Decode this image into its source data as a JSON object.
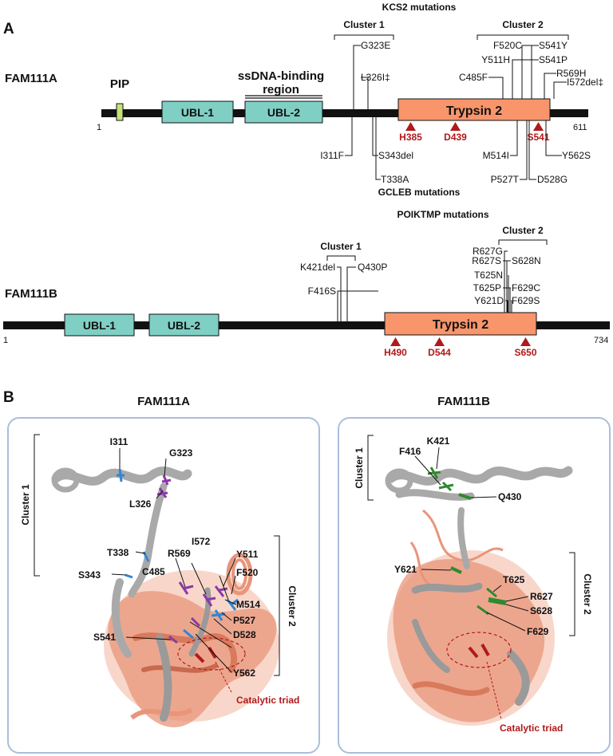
{
  "panel_a": {
    "label": "A",
    "fam111a": {
      "name": "FAM111A",
      "start": "1",
      "end": "611",
      "domains": {
        "pip": "PIP",
        "ubl1": "UBL-1",
        "ubl2": "UBL-2",
        "trypsin": "Trypsin 2"
      },
      "region": {
        "line1": "ssDNA-binding",
        "line2": "region"
      },
      "kcs2_title": "KCS2 mutations",
      "gcleb_title": "GCLEB mutations",
      "cluster1_label": "Cluster 1",
      "cluster2_label": "Cluster 2",
      "above_mutations": [
        "G323E",
        "L326I‡",
        "C485F",
        "Y511H",
        "F520C",
        "S541Y",
        "S541P",
        "R569H",
        "I572del‡"
      ],
      "below_mutations": [
        "I311F",
        "S343del",
        "T338A",
        "M514I",
        "P527T",
        "D528G",
        "Y562S"
      ],
      "sites": [
        "H385",
        "D439",
        "S541"
      ]
    },
    "fam111b": {
      "name": "FAM111B",
      "start": "1",
      "end": "734",
      "domains": {
        "ubl1": "UBL-1",
        "ubl2": "UBL-2",
        "trypsin": "Trypsin 2"
      },
      "poiktmp_title": "POIKTMP mutations",
      "cluster1_label": "Cluster 1",
      "cluster2_label": "Cluster 2",
      "mutations": [
        "K421del",
        "Q430P",
        "F416S",
        "R627G",
        "R627S",
        "S628N",
        "T625N",
        "T625P",
        "F629C",
        "Y621D",
        "F629S"
      ],
      "sites": [
        "H490",
        "D544",
        "S650"
      ]
    }
  },
  "panel_b": {
    "label": "B",
    "left": {
      "title": "FAM111A",
      "cluster1": "Cluster 1",
      "cluster2": "Cluster 2",
      "residues": [
        "I311",
        "G323",
        "L326",
        "T338",
        "S343",
        "C485",
        "R569",
        "I572",
        "Y511",
        "F520",
        "M514",
        "P527",
        "D528",
        "S541",
        "Y562"
      ],
      "catalytic": "Catalytic triad"
    },
    "right": {
      "title": "FAM111B",
      "cluster1": "Cluster 1",
      "cluster2": "Cluster 2",
      "residues": [
        "K421",
        "F416",
        "Q430",
        "Y621",
        "T625",
        "R627",
        "S628",
        "F629"
      ],
      "catalytic": "Catalytic triad"
    }
  },
  "colors": {
    "ubl": "#7fcfc4",
    "trypsin": "#f8956b",
    "pip": "#c8e07a",
    "site": "#b01a1a",
    "helix_grey": "#a9a9a9",
    "protease_salmon": "#e9957a",
    "cluster_a_blue": "#2f86d6",
    "cluster_a_purple": "#8a3aa6",
    "cluster_b_green": "#2f8a2f",
    "box_border": "#a9bfdc"
  }
}
